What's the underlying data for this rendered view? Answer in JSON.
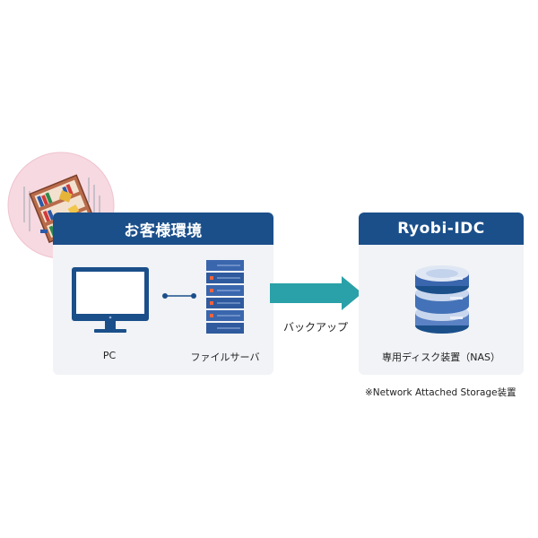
{
  "customer_env": {
    "title": "お客様環境",
    "pc_label": "PC",
    "server_label": "ファイルサーバ"
  },
  "idc": {
    "title": "Ryobi-IDC",
    "nas_label": "専用ディスク装置（NAS）"
  },
  "arrow": {
    "label": "バックアップ"
  },
  "footnote": "※Network Attached Storage装置",
  "icons": {
    "disaster": "collapsed-bookshelf-icon",
    "pc": "monitor-icon",
    "server": "server-rack-icon",
    "nas": "disk-stack-icon",
    "arrow": "right-arrow-icon"
  },
  "colors": {
    "header": "#1b4f8a",
    "panel_bg": "#f1f3f6",
    "arrow": "#2aa0a8",
    "server": "#3a66ad",
    "server_light": "#f0643c",
    "disaster_bg": "#f7d9e1"
  }
}
